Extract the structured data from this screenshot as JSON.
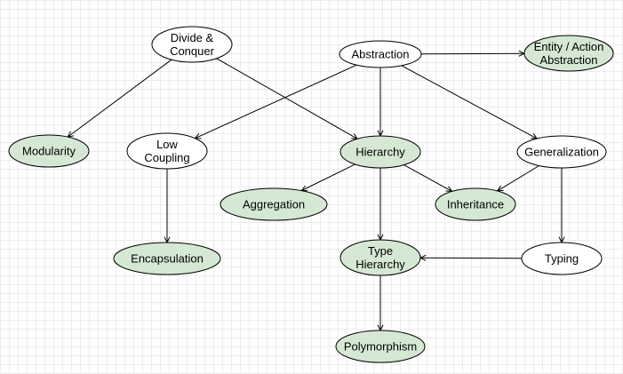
{
  "colors": {
    "plain_fill": "#ffffff",
    "highlight_fill": "#d5e8d4",
    "stroke": "#000000",
    "grid": "#ececec"
  },
  "nodes": [
    {
      "id": "divide",
      "lines": [
        "Divide &",
        "Conquer"
      ],
      "style": "plain"
    },
    {
      "id": "abstraction",
      "lines": [
        "Abstraction"
      ],
      "style": "plain"
    },
    {
      "id": "entity",
      "lines": [
        "Entity / Action",
        "Abstraction"
      ],
      "style": "highlight"
    },
    {
      "id": "modularity",
      "lines": [
        "Modularity"
      ],
      "style": "highlight"
    },
    {
      "id": "lowcoupling",
      "lines": [
        "Low",
        "Coupling"
      ],
      "style": "plain"
    },
    {
      "id": "hierarchy",
      "lines": [
        "Hierarchy"
      ],
      "style": "highlight"
    },
    {
      "id": "generalization",
      "lines": [
        "Generalization"
      ],
      "style": "plain"
    },
    {
      "id": "aggregation",
      "lines": [
        "Aggregation"
      ],
      "style": "highlight"
    },
    {
      "id": "inheritance",
      "lines": [
        "Inheritance"
      ],
      "style": "highlight"
    },
    {
      "id": "encapsulation",
      "lines": [
        "Encapsulation"
      ],
      "style": "highlight"
    },
    {
      "id": "typehierarchy",
      "lines": [
        "Type",
        "Hierarchy"
      ],
      "style": "highlight"
    },
    {
      "id": "typing",
      "lines": [
        "Typing"
      ],
      "style": "plain"
    },
    {
      "id": "polymorphism",
      "lines": [
        "Polymorphism"
      ],
      "style": "highlight"
    }
  ],
  "edges": [
    {
      "from": "divide",
      "to": "modularity"
    },
    {
      "from": "divide",
      "to": "hierarchy"
    },
    {
      "from": "abstraction",
      "to": "entity"
    },
    {
      "from": "abstraction",
      "to": "lowcoupling"
    },
    {
      "from": "abstraction",
      "to": "hierarchy"
    },
    {
      "from": "abstraction",
      "to": "generalization"
    },
    {
      "from": "lowcoupling",
      "to": "encapsulation"
    },
    {
      "from": "hierarchy",
      "to": "aggregation"
    },
    {
      "from": "hierarchy",
      "to": "inheritance"
    },
    {
      "from": "hierarchy",
      "to": "typehierarchy"
    },
    {
      "from": "generalization",
      "to": "inheritance"
    },
    {
      "from": "generalization",
      "to": "typing"
    },
    {
      "from": "typing",
      "to": "typehierarchy"
    },
    {
      "from": "typehierarchy",
      "to": "polymorphism"
    }
  ]
}
